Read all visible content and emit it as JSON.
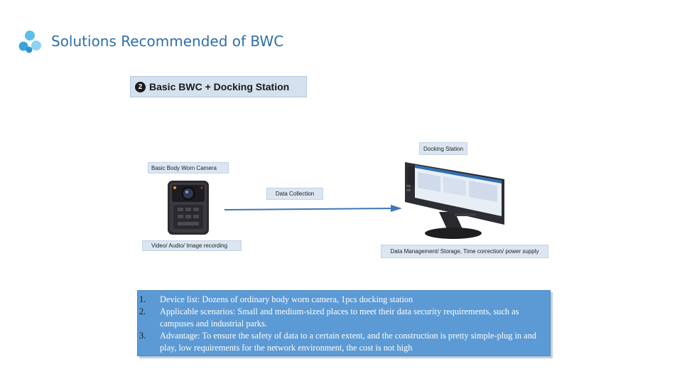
{
  "header": {
    "title": "Solutions Recommended of BWC",
    "logo_icon": "molecule-dots-icon",
    "logo_colors": [
      "#3aa3d9",
      "#5cc0ea",
      "#8fd3f2"
    ]
  },
  "section": {
    "number": "2",
    "title": "Basic BWC + Docking Station"
  },
  "diagram": {
    "docking_station_label": "Docking Station",
    "camera_label": "Basic Body Worn Camera",
    "flow_label": "Data Collection",
    "camera_functions": "Video/ Audio/ Image recording",
    "station_functions": "Data Management/ Storage, Time correction/ power supply",
    "arrow_color": "#3d77b5",
    "camera_image": "body-worn-camera-image",
    "station_image": "docking-station-tablet-image"
  },
  "info": {
    "items": [
      {
        "num": "1.",
        "text": "Device list:  Dozens of ordinary body worn camera, 1pcs docking station"
      },
      {
        "num": "2.",
        "text": "Applicable scenarios:  Small and medium-sized places to meet their data security requirements, such as campuses and industrial parks."
      },
      {
        "num": "3.",
        "text": "Advantage: To ensure the safety of data to a certain extent, and the construction is pretty simple-plug in and play, low requirements for the network environment, the cost is not high"
      }
    ],
    "bg_color": "#5b9ad5"
  }
}
